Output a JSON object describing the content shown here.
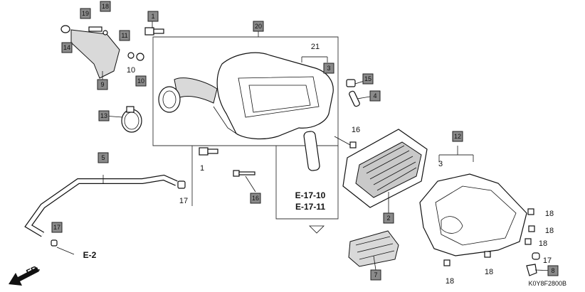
{
  "callouts": {
    "c1": "1",
    "c2": "2",
    "c3": "3",
    "c4": "4",
    "c5": "5",
    "c7": "7",
    "c8": "8",
    "c9": "9",
    "c10": "10",
    "c11": "11",
    "c12": "12",
    "c13": "13",
    "c14": "14",
    "c15": "15",
    "c16": "16",
    "c17": "17",
    "c18": "18",
    "c19": "19",
    "c20": "20"
  },
  "labels": {
    "l1": "1",
    "l3": "3",
    "l10": "10",
    "l16": "16",
    "l17a": "17",
    "l17b": "17",
    "l18a": "18",
    "l18b": "18",
    "l18c": "18",
    "l18d": "18",
    "l18e": "18",
    "l21": "21"
  },
  "refs": {
    "e17_10": "E-17-10",
    "e17_11": "E-17-11",
    "e2": "E-2",
    "fr": "FR."
  },
  "diagram_code": "K0Y8F2800B"
}
